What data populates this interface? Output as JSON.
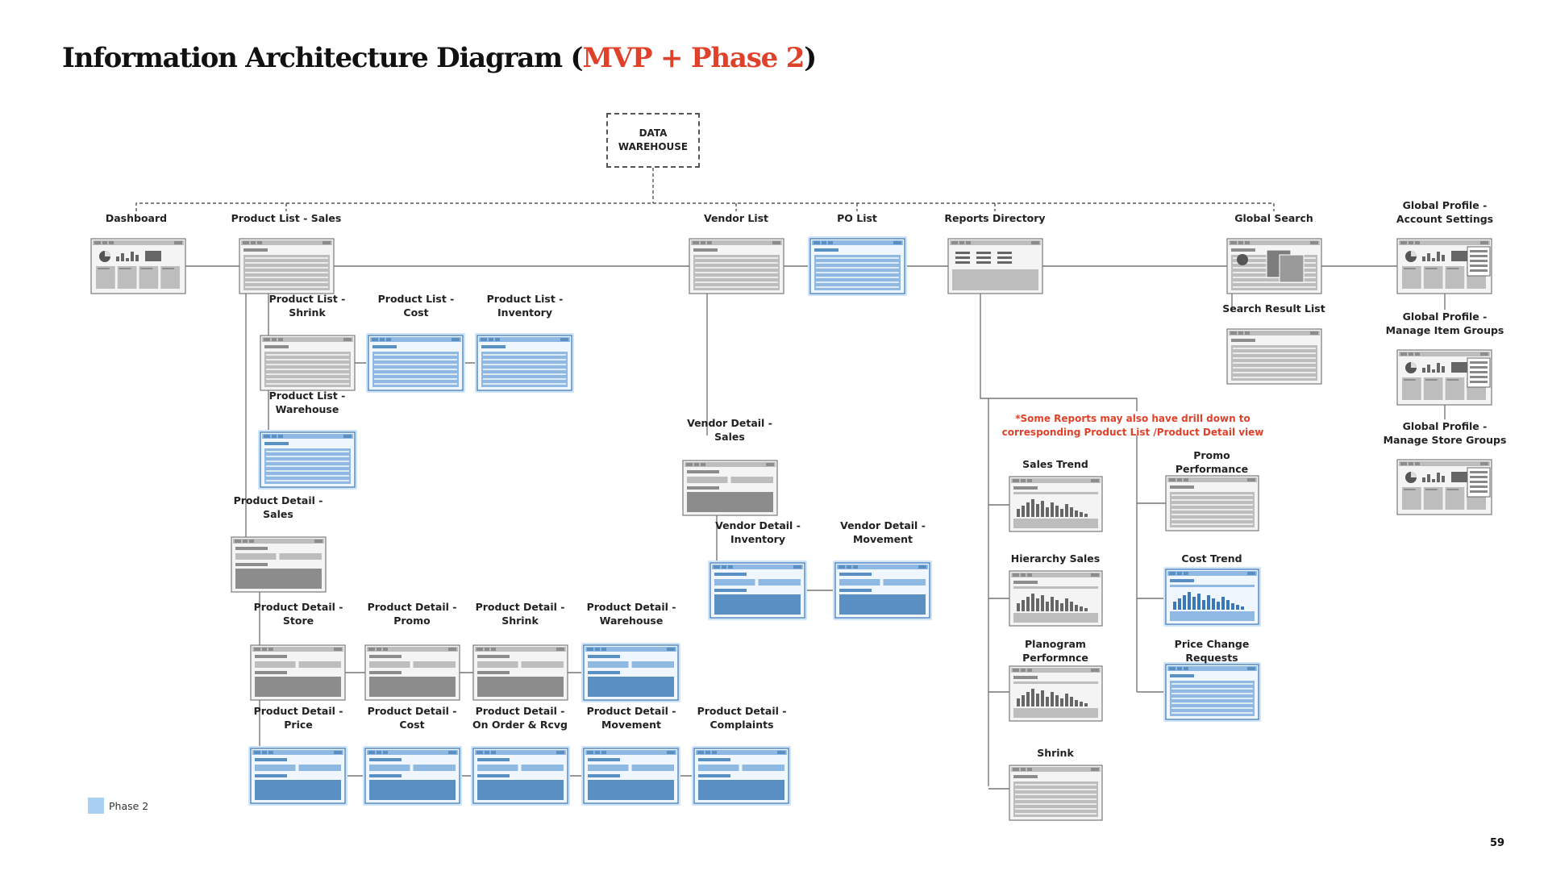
{
  "title": {
    "main": "Information Architecture Diagram (",
    "accent": "MVP + Phase 2",
    "close": ")"
  },
  "root": {
    "label": "DATA\nWAREHOUSE"
  },
  "note": "*Some Reports may also have drill down to\ncorresponding Product List /Product Detail view",
  "legend": {
    "label": "Phase 2",
    "color": "#a8d0f2"
  },
  "page_number": "59",
  "colors": {
    "mvp_fill": "#c8c8c8",
    "phase2_fill": "#9fc6ea",
    "accent": "#e0412a",
    "line": "#666666"
  },
  "nodes": [
    {
      "id": "dashboard",
      "label": "Dashboard",
      "phase": "MVP",
      "kind": "dashboard"
    },
    {
      "id": "product-list-sales",
      "label": "Product List - Sales",
      "phase": "MVP",
      "kind": "list"
    },
    {
      "id": "vendor-list",
      "label": "Vendor List",
      "phase": "MVP",
      "kind": "list"
    },
    {
      "id": "po-list",
      "label": "PO List",
      "phase": "Phase 2",
      "kind": "list"
    },
    {
      "id": "reports-directory",
      "label": "Reports Directory",
      "phase": "MVP",
      "kind": "directory"
    },
    {
      "id": "global-search",
      "label": "Global Search",
      "phase": "MVP",
      "kind": "search"
    },
    {
      "id": "gp-account",
      "label": "Global Profile -\nAccount Settings",
      "phase": "MVP",
      "kind": "profile"
    },
    {
      "id": "product-list-shrink",
      "label": "Product List -\nShrink",
      "phase": "MVP",
      "kind": "list"
    },
    {
      "id": "product-list-cost",
      "label": "Product List -\nCost",
      "phase": "Phase 2",
      "kind": "list"
    },
    {
      "id": "product-list-inventory",
      "label": "Product List -\nInventory",
      "phase": "Phase 2",
      "kind": "list"
    },
    {
      "id": "product-list-warehouse",
      "label": "Product List -\nWarehouse",
      "phase": "Phase 2",
      "kind": "list"
    },
    {
      "id": "search-result-list",
      "label": "Search Result List",
      "phase": "MVP",
      "kind": "list"
    },
    {
      "id": "gp-item-groups",
      "label": "Global Profile -\nManage Item Groups",
      "phase": "MVP",
      "kind": "profile"
    },
    {
      "id": "gp-store-groups",
      "label": "Global Profile -\nManage Store Groups",
      "phase": "MVP",
      "kind": "profile"
    },
    {
      "id": "vendor-detail-sales",
      "label": "Vendor Detail -\nSales",
      "phase": "MVP",
      "kind": "detail"
    },
    {
      "id": "vendor-detail-inventory",
      "label": "Vendor Detail -\nInventory",
      "phase": "Phase 2",
      "kind": "detail"
    },
    {
      "id": "vendor-detail-movement",
      "label": "Vendor Detail -\nMovement",
      "phase": "Phase 2",
      "kind": "detail"
    },
    {
      "id": "product-detail-sales",
      "label": "Product Detail -\nSales",
      "phase": "MVP",
      "kind": "detail"
    },
    {
      "id": "product-detail-store",
      "label": "Product Detail -\nStore",
      "phase": "MVP",
      "kind": "detail"
    },
    {
      "id": "product-detail-promo",
      "label": "Product Detail -\nPromo",
      "phase": "MVP",
      "kind": "detail"
    },
    {
      "id": "product-detail-shrink",
      "label": "Product Detail -\nShrink",
      "phase": "MVP",
      "kind": "detail"
    },
    {
      "id": "product-detail-warehouse",
      "label": "Product Detail -\nWarehouse",
      "phase": "Phase 2",
      "kind": "detail"
    },
    {
      "id": "product-detail-price",
      "label": "Product Detail -\nPrice",
      "phase": "Phase 2",
      "kind": "detail"
    },
    {
      "id": "product-detail-cost",
      "label": "Product Detail -\nCost",
      "phase": "Phase 2",
      "kind": "detail"
    },
    {
      "id": "product-detail-onorder",
      "label": "Product Detail -\nOn Order & Rcvg",
      "phase": "Phase 2",
      "kind": "detail"
    },
    {
      "id": "product-detail-movement",
      "label": "Product Detail -\nMovement",
      "phase": "Phase 2",
      "kind": "detail"
    },
    {
      "id": "product-detail-complaints",
      "label": "Product Detail -\nComplaints",
      "phase": "Phase 2",
      "kind": "detail"
    },
    {
      "id": "sales-trend",
      "label": "Sales Trend",
      "phase": "MVP",
      "kind": "chart"
    },
    {
      "id": "hierarchy-sales",
      "label": "Hierarchy Sales",
      "phase": "MVP",
      "kind": "chart"
    },
    {
      "id": "planogram-performance",
      "label": "Planogram\nPerformnce",
      "phase": "MVP",
      "kind": "chart"
    },
    {
      "id": "shrink-report",
      "label": "Shrink",
      "phase": "MVP",
      "kind": "list"
    },
    {
      "id": "promo-performance",
      "label": "Promo\nPerformance",
      "phase": "MVP",
      "kind": "list"
    },
    {
      "id": "cost-trend",
      "label": "Cost Trend",
      "phase": "Phase 2",
      "kind": "chart"
    },
    {
      "id": "price-change-requests",
      "label": "Price Change\nRequests",
      "phase": "Phase 2",
      "kind": "list"
    }
  ]
}
